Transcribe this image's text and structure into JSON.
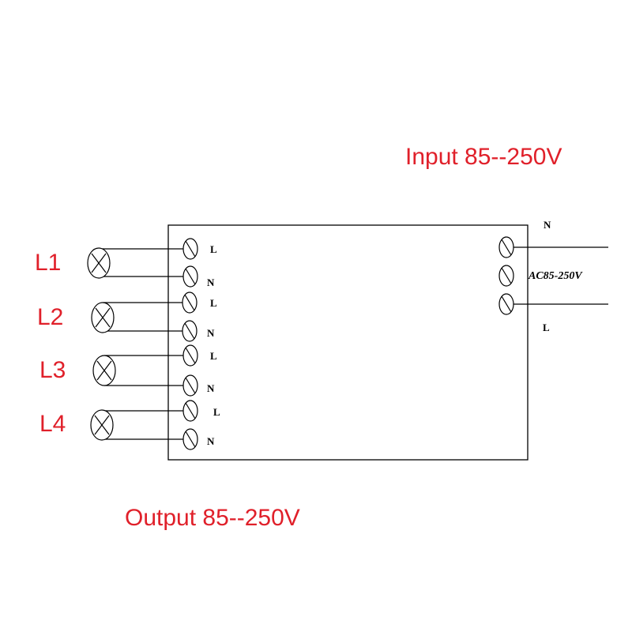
{
  "input_label": "Input 85--250V",
  "output_label": "Output 85--250V",
  "colors": {
    "label": "#e0202a",
    "line": "#000000"
  },
  "lamps": [
    {
      "name": "L1",
      "terminals": [
        "L",
        "N"
      ]
    },
    {
      "name": "L2",
      "terminals": [
        "L",
        "N"
      ]
    },
    {
      "name": "L3",
      "terminals": [
        "L",
        "N"
      ]
    },
    {
      "name": "L4",
      "terminals": [
        "L",
        "N"
      ]
    }
  ],
  "input_terminals": {
    "top": "N",
    "spec": "AC85-250V",
    "bottom": "L"
  }
}
